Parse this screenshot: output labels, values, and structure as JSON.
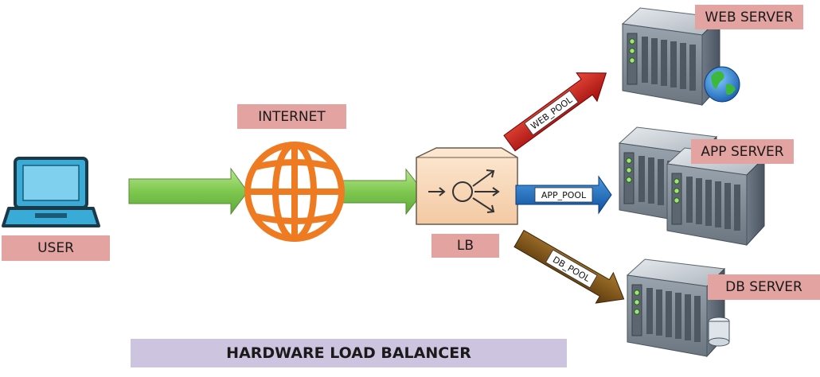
{
  "labels": {
    "user": "USER",
    "internet": "INTERNET",
    "lb": "LB",
    "web_server": "WEB SERVER",
    "app_server": "APP SERVER",
    "db_server": "DB SERVER"
  },
  "pools": {
    "web": "WEB_POOL",
    "app": "APP_POOL",
    "db": "DB_POOL"
  },
  "title": "HARDWARE LOAD BALANCER",
  "colors": {
    "label_bg": "#e2a3a1",
    "title_bg": "#cdc4e0",
    "flow_arrow": "#7ec850",
    "web_pool": "#c01818",
    "app_pool": "#1868c0",
    "db_pool": "#7a4e14",
    "globe": "#ee7a22",
    "laptop": "#3aaad6",
    "lb_box": "#f8dcc2"
  },
  "icons": {
    "user": "laptop-icon",
    "internet": "globe-icon",
    "lb": "load-balancer-icon",
    "web": "web-server-icon",
    "app": "app-server-icon",
    "db": "db-server-icon"
  }
}
